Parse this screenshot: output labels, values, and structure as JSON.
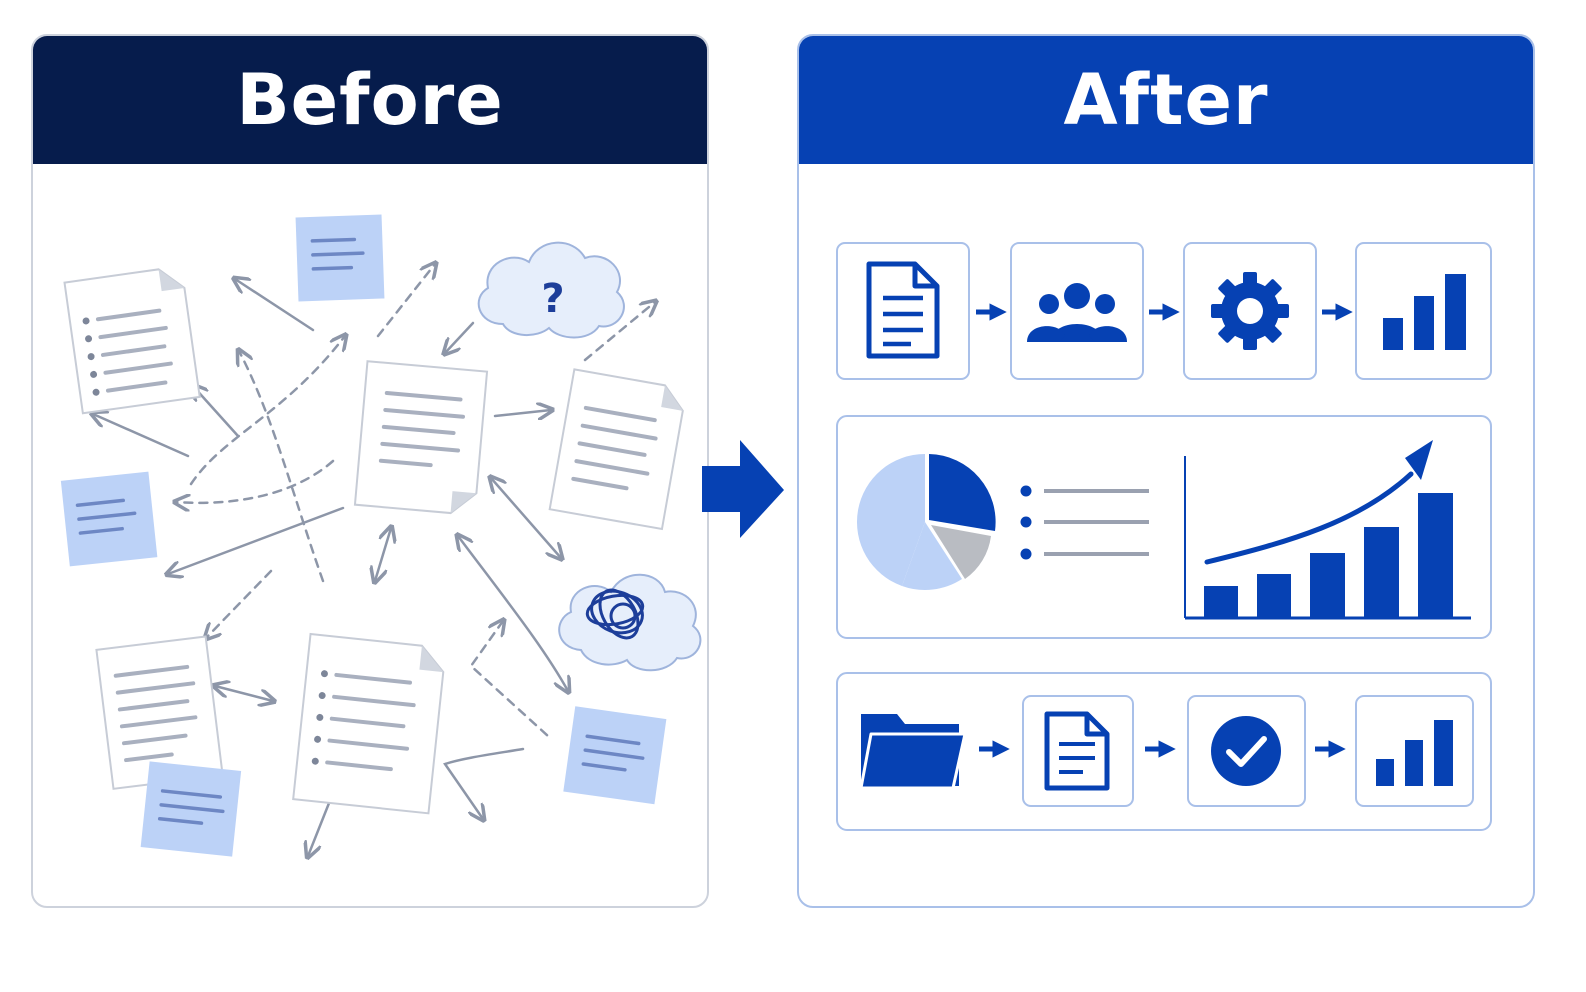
{
  "before": {
    "title": "Before",
    "header_color": "#061c4c",
    "icons": [
      "document-icon",
      "sticky-note-icon",
      "question-cloud-icon",
      "tangled-cloud-icon",
      "scattered-arrow-icon"
    ]
  },
  "after": {
    "title": "After",
    "header_color": "#0641b3",
    "rows": [
      {
        "name": "process-flow",
        "icons": [
          "document-icon",
          "team-icon",
          "gear-icon",
          "bar-chart-icon"
        ]
      },
      {
        "name": "analytics-dashboard",
        "icons": [
          "pie-chart-icon",
          "legend-list-icon",
          "growth-chart-icon"
        ]
      },
      {
        "name": "file-approval-flow",
        "icons": [
          "folder-icon",
          "document-icon",
          "check-circle-icon",
          "bar-chart-icon"
        ]
      }
    ]
  },
  "colors": {
    "accent_blue": "#0641b3",
    "light_blue": "#bcd2f7",
    "gray": "#8d96a8"
  },
  "transition": {
    "icon": "right-arrow-icon"
  }
}
